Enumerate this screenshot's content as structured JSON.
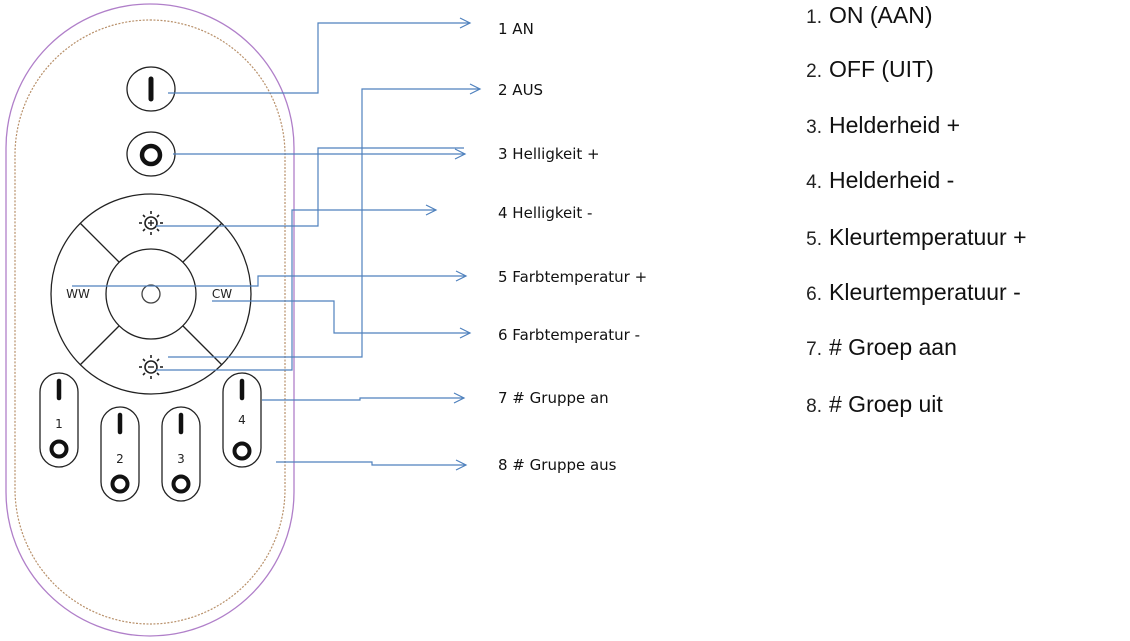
{
  "colors": {
    "connector": "#4f81bd",
    "remote_outer_outline": "#b07fc9",
    "remote_inner_outline": "#b8906a",
    "button_outline": "#222222"
  },
  "remote": {
    "on_button_icon": "power-on-icon",
    "off_button_icon": "power-off-icon",
    "brightness_up_icon": "sun-plus-icon",
    "brightness_down_icon": "sun-minus-icon",
    "ww_label": "WW",
    "cw_label": "CW",
    "group_buttons": [
      {
        "number": "1"
      },
      {
        "number": "2"
      },
      {
        "number": "3"
      },
      {
        "number": "4"
      }
    ]
  },
  "german_labels": [
    "1 AN",
    "2 AUS",
    "3 Helligkeit +",
    "4 Helligkeit -",
    "5 Farbtemperatur +",
    "6 Farbtemperatur -",
    "7 # Gruppe an",
    "8 # Gruppe aus"
  ],
  "dutch_list": [
    {
      "num": "1.",
      "text": "ON (AAN)"
    },
    {
      "num": "2.",
      "text": "OFF (UIT)"
    },
    {
      "num": "3.",
      "text": "Helderheid +"
    },
    {
      "num": "4.",
      "text": "Helderheid -"
    },
    {
      "num": "5.",
      "text": "Kleurtemperatuur +"
    },
    {
      "num": "6.",
      "text": "Kleurtemperatuur -"
    },
    {
      "num": "7.",
      "text": "# Groep aan"
    },
    {
      "num": "8.",
      "text": "# Groep uit"
    }
  ]
}
